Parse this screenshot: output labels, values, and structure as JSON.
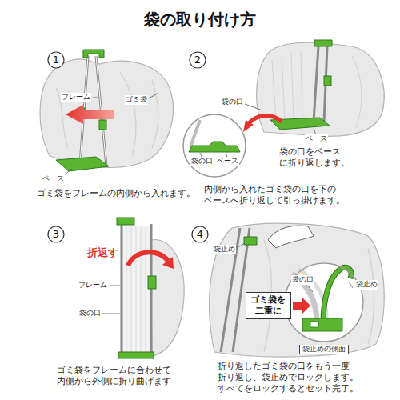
{
  "diagram": {
    "title": "袋の取り付け方",
    "nodes": [
      {
        "text": [
          "1"
        ]
      },
      {
        "text": [
          "2"
        ]
      },
      {
        "text": [
          "袋の口",
          "ベース"
        ]
      },
      {
        "text": [
          "3"
        ]
      },
      {
        "text": [
          "4"
        ]
      },
      {
        "text": [
          "袋の口",
          "袋止め",
          "袋止めの側面"
        ]
      },
      {
        "text": [
          "ゴミ袋を 二重に"
        ]
      }
    ],
    "labels": [
      "フレーム",
      "ゴミ袋",
      "ベース",
      "ゴミ袋をフレームの内側から入れます。",
      "袋の口",
      "ベース",
      "袋の口をベース に折り返します。",
      "内側から入れたゴミ袋の口を下の ベースへ折り返して引っ掛けます。",
      "折返す",
      "フレーム",
      "袋の口",
      "ゴミ袋をフレームに合わせて 内側から外側に折り曲げます",
      "袋止め",
      "折り返したゴミ袋の口をもう一度 折り返し、袋止めでロックします。 すべてをロックするとセット完了。"
    ]
  }
}
